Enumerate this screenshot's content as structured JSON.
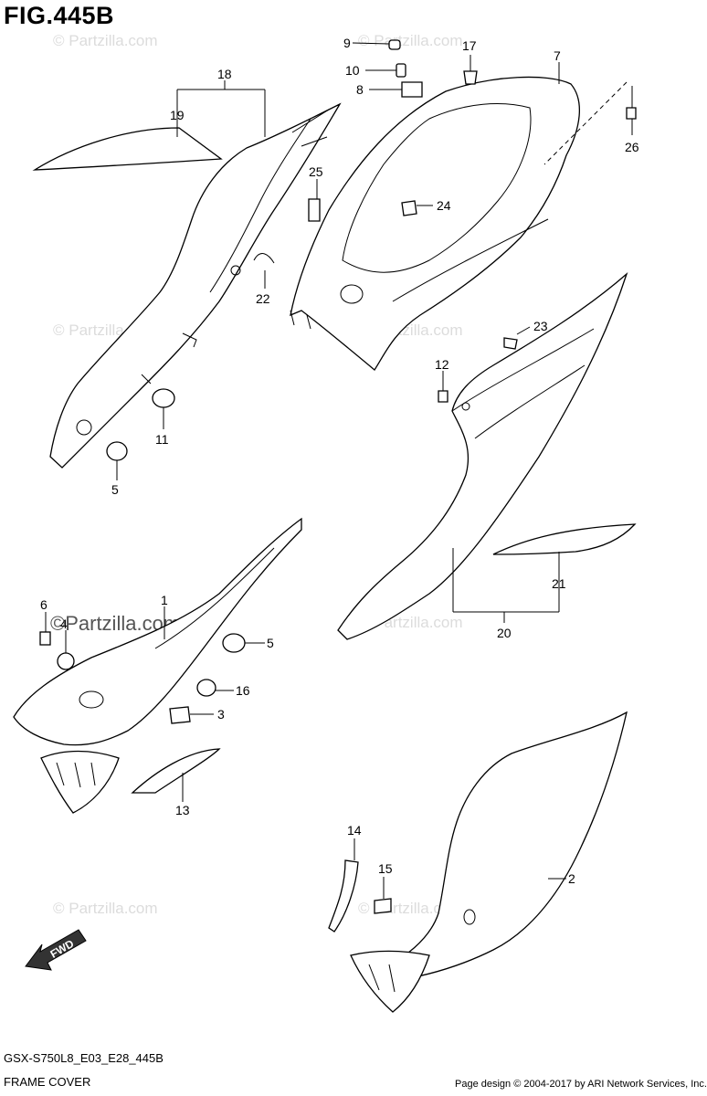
{
  "figure_title": "FIG.445B",
  "footer": {
    "model_code": "GSX-S750L8_E03_E28_445B",
    "section_name": "FRAME COVER",
    "copyright": "Page design © 2004-2017 by ARI Network Services, Inc."
  },
  "watermark": "© Partzilla.com",
  "watermark_overlay": "©Partzilla.com",
  "fwd_label": "FWD",
  "callouts": [
    "1",
    "2",
    "3",
    "4",
    "5",
    "5",
    "6",
    "7",
    "8",
    "9",
    "10",
    "11",
    "12",
    "13",
    "14",
    "15",
    "16",
    "17",
    "18",
    "19",
    "20",
    "21",
    "22",
    "23",
    "24",
    "25",
    "26"
  ]
}
